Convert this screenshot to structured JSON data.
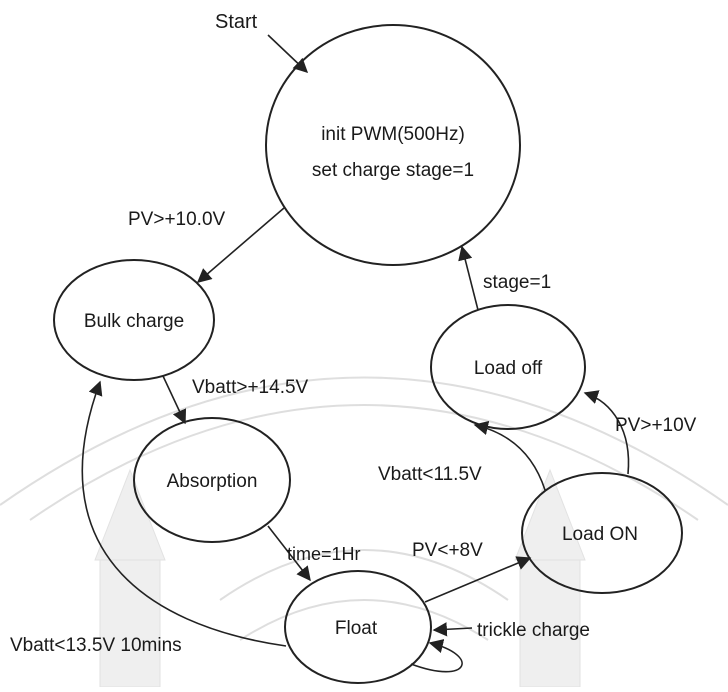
{
  "diagram": {
    "start_label": "Start",
    "states": {
      "init": {
        "line1": "init PWM(500Hz)",
        "line2": "set charge stage=1"
      },
      "bulk": "Bulk charge",
      "absorption": "Absorption",
      "float": "Float",
      "load_off": "Load off",
      "load_on": "Load ON"
    },
    "transitions": {
      "init_to_bulk": "PV>+10.0V",
      "bulk_to_absorption": "Vbatt>+14.5V",
      "absorption_to_float": "time=1Hr",
      "float_to_load_on": "PV<+8V",
      "float_self": "trickle charge",
      "float_to_bulk": "Vbatt<13.5V 10mins",
      "load_on_to_load_off_via_pv": "PV>+10V",
      "load_on_to_load_off_via_vbatt": "Vbatt<11.5V",
      "load_off_to_init": "stage=1"
    }
  }
}
